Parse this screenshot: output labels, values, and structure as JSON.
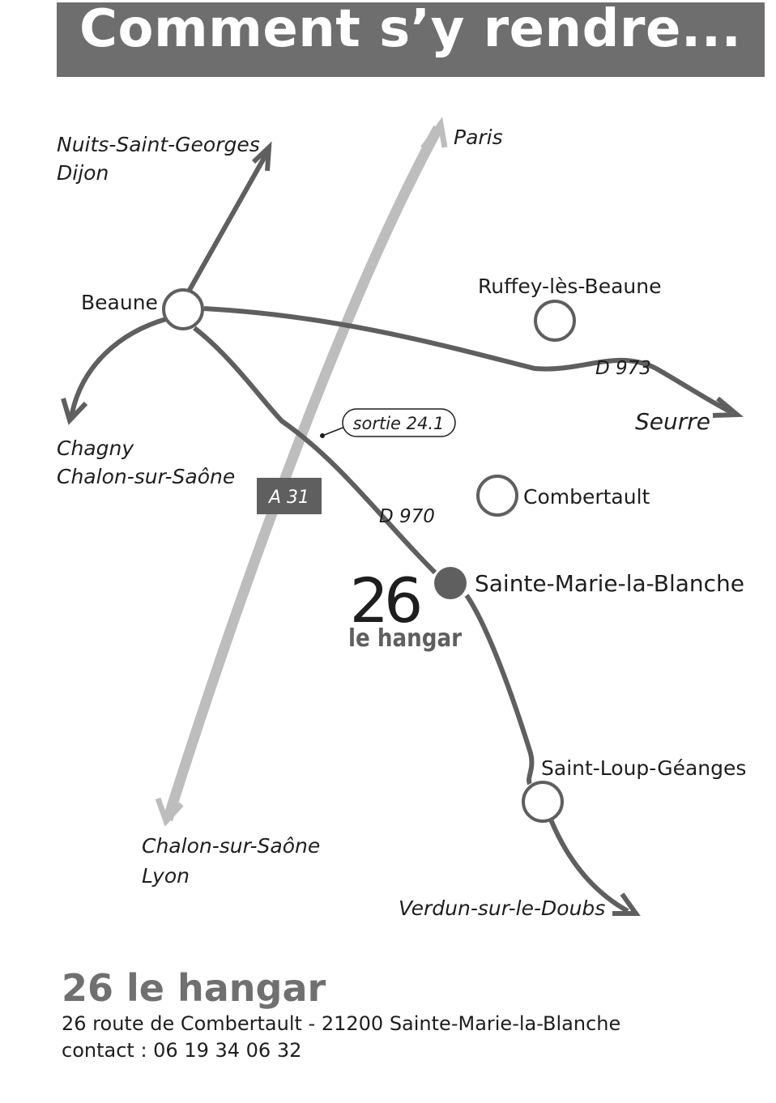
{
  "header": {
    "title": "Comment s’y rendre..."
  },
  "places": {
    "paris": "Paris",
    "nuits_1": "Nuits-Saint-Georges",
    "nuits_2": "Dijon",
    "beaune": "Beaune",
    "ruffey": "Ruffey-lès-Beaune",
    "seurre": "Seurre",
    "chagny_1": "Chagny",
    "chagny_2": "Chalon-sur-Saône",
    "combertault": "Combertault",
    "sainte_marie": "Sainte-Marie-la-Blanche",
    "saint_loup": "Saint-Loup-Géanges",
    "chalon_1": "Chalon-sur-Saône",
    "chalon_2": "Lyon",
    "verdun": "Verdun-sur-le-Doubs"
  },
  "roads": {
    "d973": "D 973",
    "d970": "D 970",
    "a31": "A 31",
    "exit": "sortie 24.1"
  },
  "logo": {
    "number": "26",
    "word": "le hangar"
  },
  "footer": {
    "name": "26 le hangar",
    "address": "26 route de Combertault - 21200 Sainte-Marie-la-Blanche",
    "contact": "contact :  06 19 34 06 32"
  },
  "colors": {
    "banner": "#6e6e6e",
    "road": "#5f5f5f",
    "motorway": "#bdbdbd",
    "footer_title": "#707070"
  }
}
